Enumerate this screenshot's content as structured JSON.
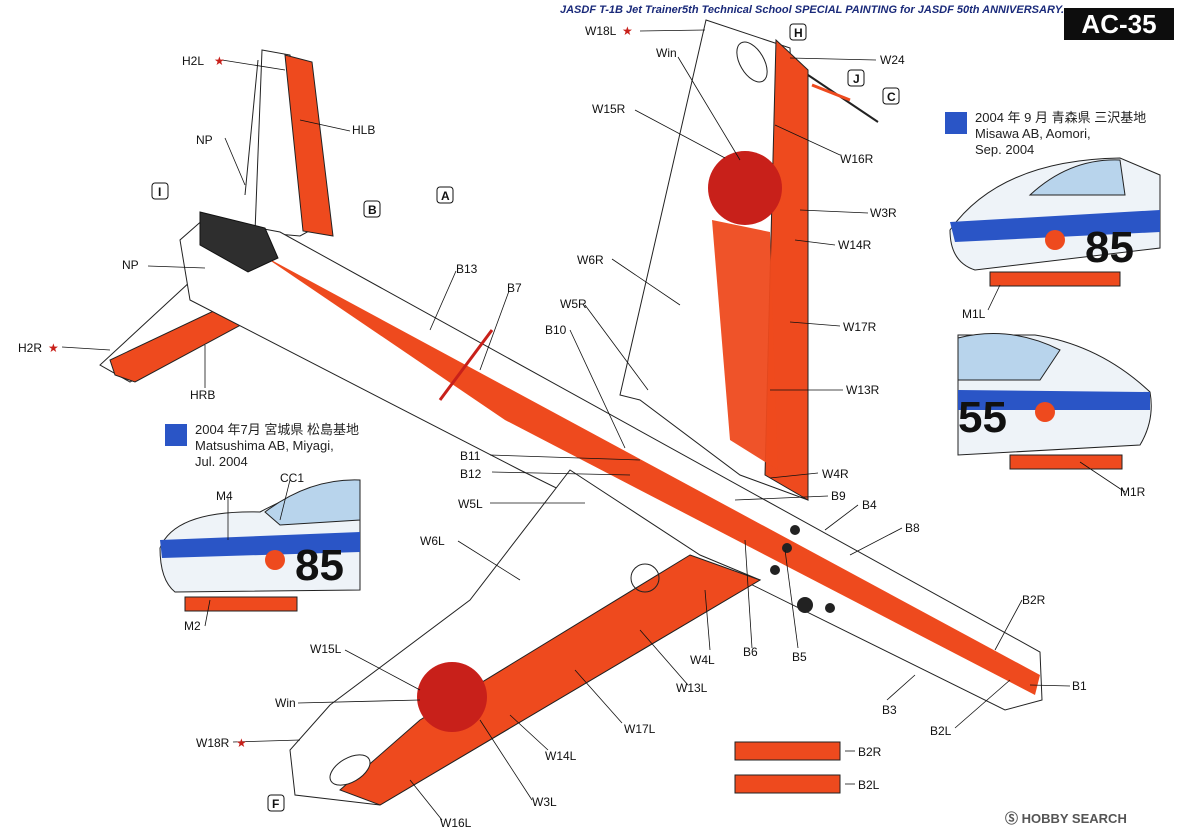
{
  "header": {
    "title": "JASDF T-1B Jet Trainer5th Technical School SPECIAL PAINTING for JASDF 50th ANNIVERSARY.",
    "code": "AC-35"
  },
  "notes": {
    "aomori": {
      "line1": "2004 年 9 月 青森県 三沢基地",
      "line2": "Misawa AB, Aomori,",
      "line3": "Sep. 2004"
    },
    "miyagi": {
      "line1": "2004 年7月 宮城県 松島基地",
      "line2": "Matsushima AB, Miyagi,",
      "line3": "Jul. 2004"
    }
  },
  "nose_numbers": {
    "misawa_right": "85",
    "misawa_left": "55",
    "matsushima": "85"
  },
  "watermark": "Ⓢ HOBBY SEARCH",
  "colors": {
    "orange": "#ee4a1e",
    "roundel": "#c8201a",
    "blue": "#2a55c6",
    "anti_glare": "#2e2e2e"
  },
  "callouts": {
    "W18L": "W18L",
    "Win_top": "Win",
    "W15R": "W15R",
    "W16R": "W16R",
    "W3R": "W3R",
    "W14R": "W14R",
    "W6R": "W6R",
    "W5R": "W5R",
    "W17R": "W17R",
    "W13R": "W13R",
    "W4R": "W4R",
    "W24": "W24",
    "H2L": "H2L",
    "HLB": "HLB",
    "NP1": "NP",
    "NP2": "NP",
    "H2R": "H2R",
    "HRB": "HRB",
    "B13": "B13",
    "B7": "B7",
    "B10": "B10",
    "B11": "B11",
    "B12": "B12",
    "W5L": "W5L",
    "B9": "B9",
    "B4": "B4",
    "B8": "B8",
    "W6L": "W6L",
    "B2R": "B2R",
    "B1": "B1",
    "B3": "B3",
    "B2L": "B2L",
    "B5": "B5",
    "B6": "B6",
    "W4L": "W4L",
    "W13L": "W13L",
    "W15L": "W15L",
    "Win_bottom": "Win",
    "W17L": "W17L",
    "W18R": "W18R",
    "W14L": "W14L",
    "W3L": "W3L",
    "W16L": "W16L",
    "M1L": "M1L",
    "M1R": "M1R",
    "M4": "M4",
    "CC1": "CC1",
    "M2": "M2",
    "strip_B2R": "B2R",
    "strip_B2L": "B2L"
  },
  "boxes": {
    "H": "H",
    "J": "J",
    "C": "C",
    "I": "I",
    "B": "B",
    "A": "A",
    "F": "F"
  }
}
